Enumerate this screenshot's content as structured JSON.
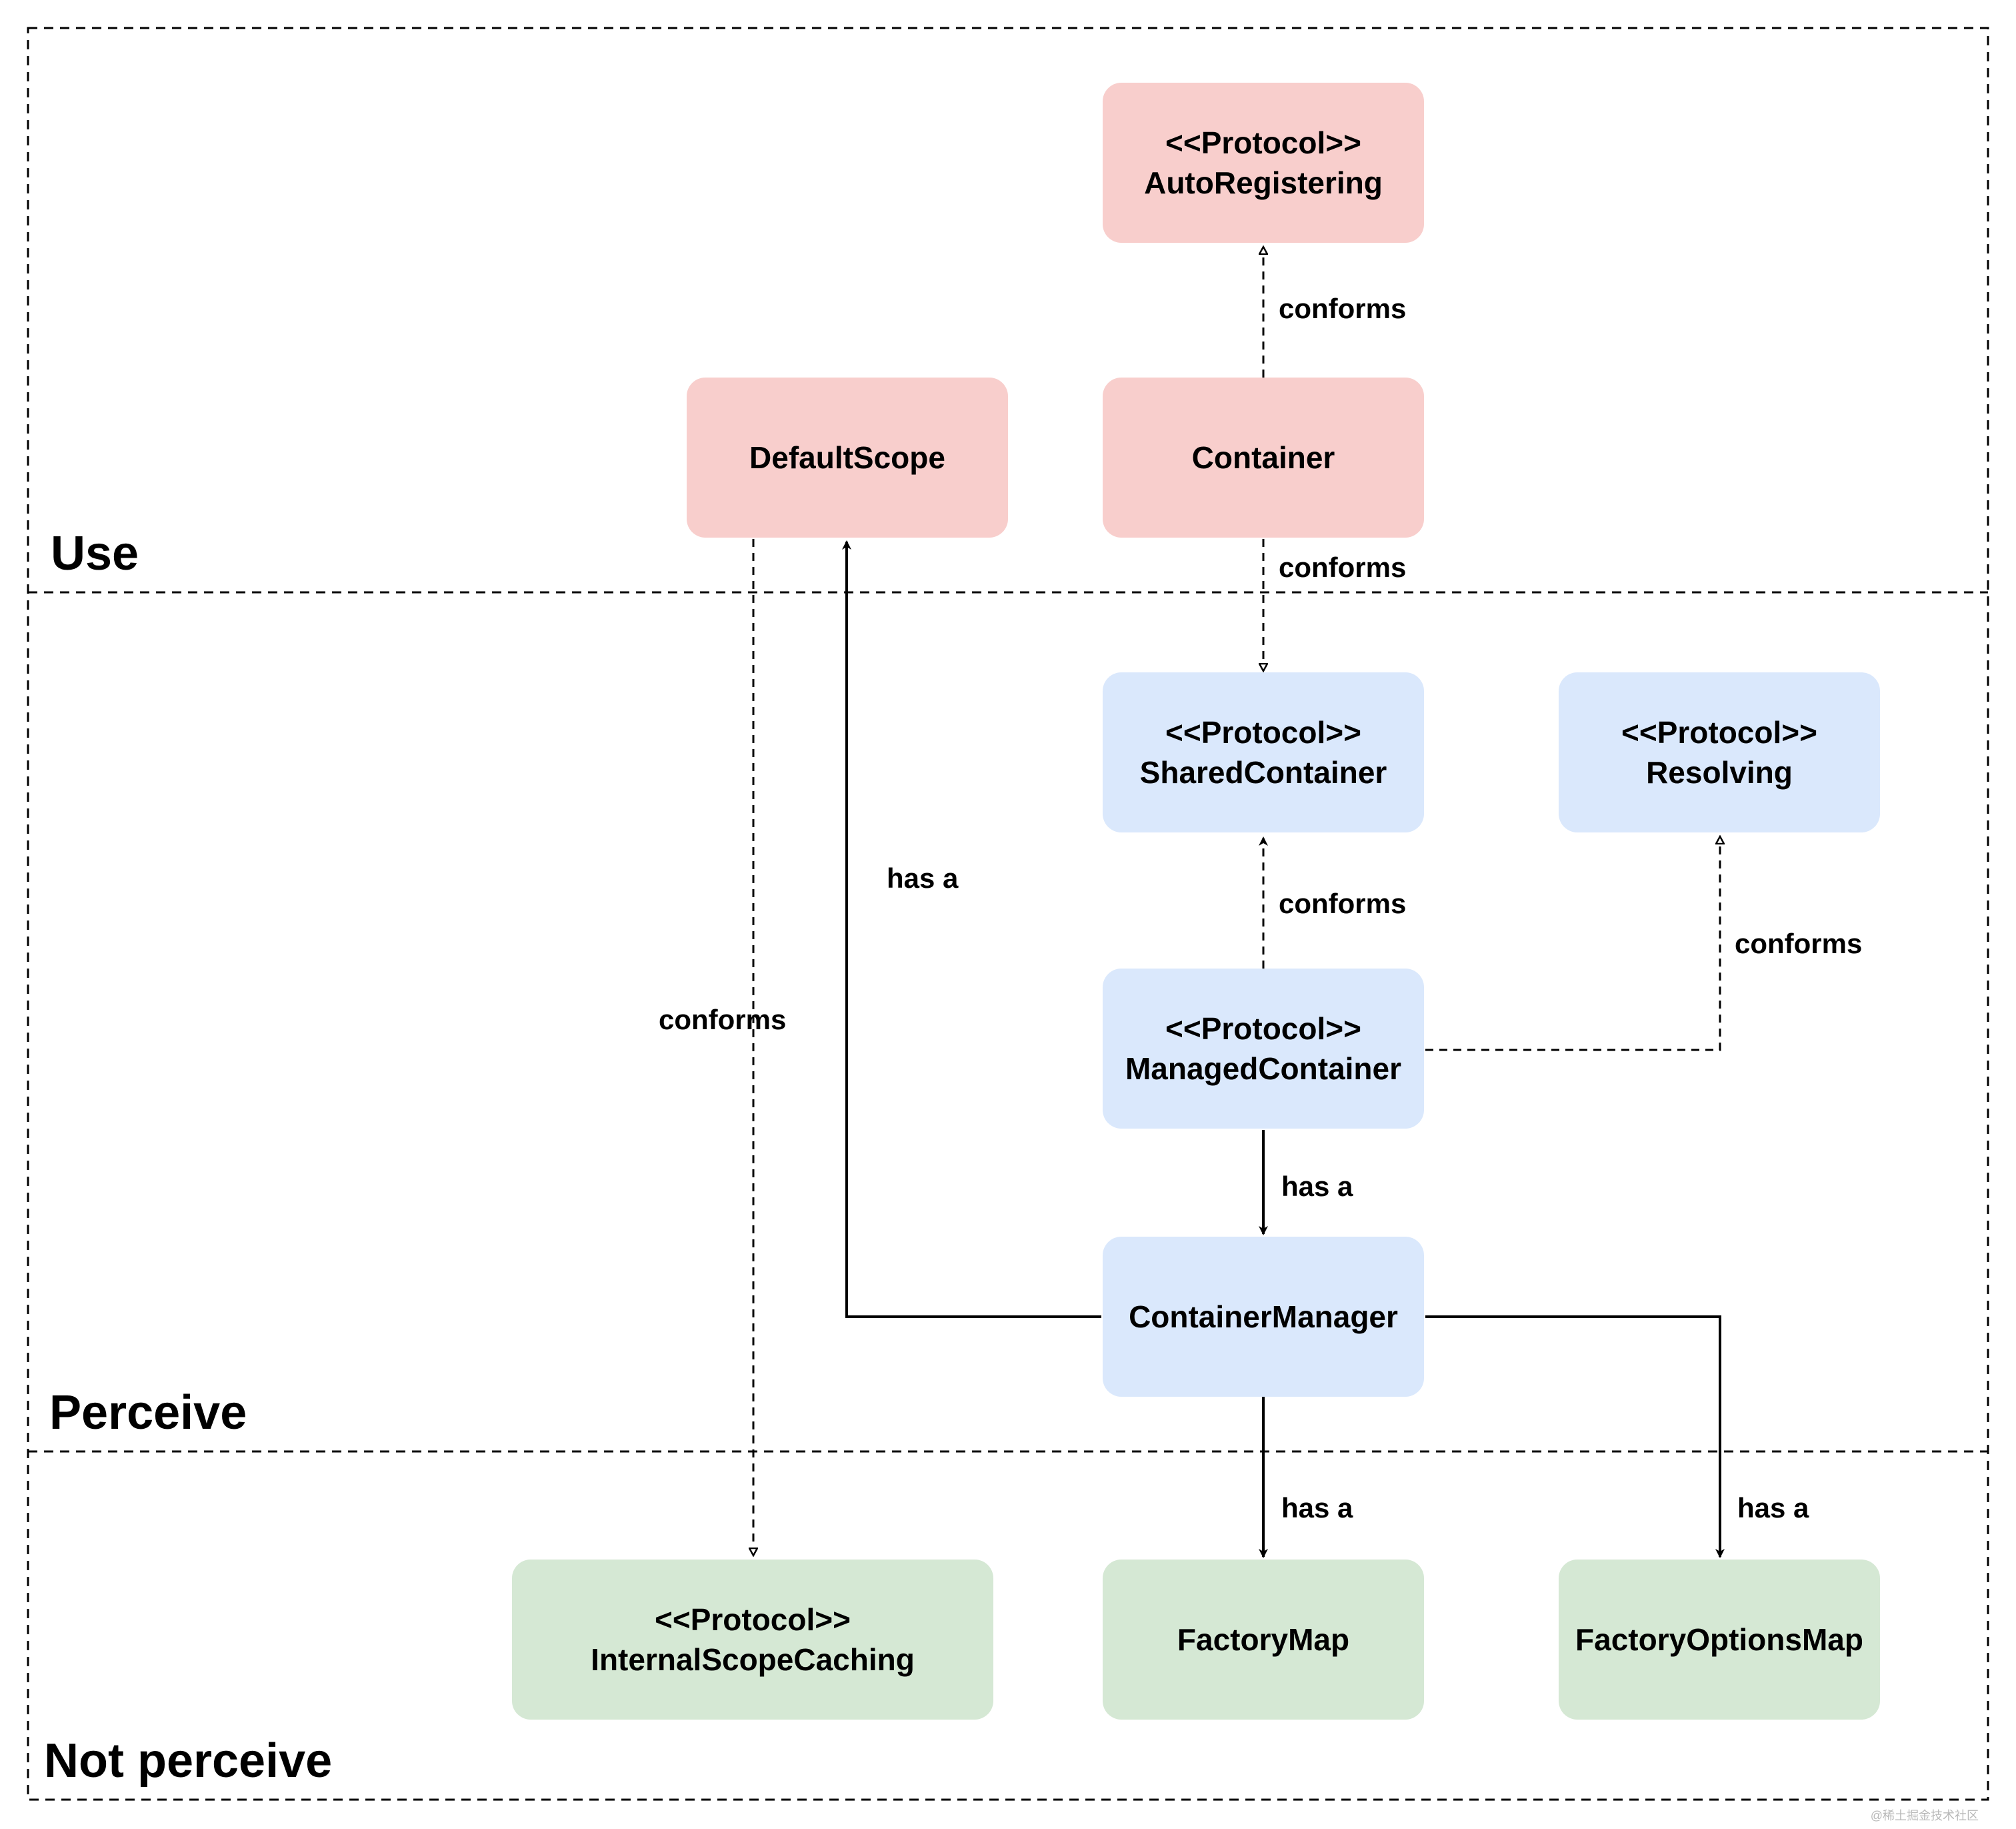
{
  "regions": {
    "use": "Use",
    "perceive": "Perceive",
    "not_perceive": "Not perceive"
  },
  "nodes": {
    "auto_registering": {
      "stereotype": "<<Protocol>>",
      "name": "AutoRegistering"
    },
    "default_scope": {
      "name": "DefaultScope"
    },
    "container": {
      "name": "Container"
    },
    "shared_container": {
      "stereotype": "<<Protocol>>",
      "name": "SharedContainer"
    },
    "resolving": {
      "stereotype": "<<Protocol>>",
      "name": "Resolving"
    },
    "managed_container": {
      "stereotype": "<<Protocol>>",
      "name": "ManagedContainer"
    },
    "container_manager": {
      "name": "ContainerManager"
    },
    "internal_scope_caching": {
      "stereotype": "<<Protocol>>",
      "name": "InternalScopeCaching"
    },
    "factory_map": {
      "name": "FactoryMap"
    },
    "factory_options_map": {
      "name": "FactoryOptionsMap"
    }
  },
  "edges": {
    "container_autoreg": "conforms",
    "container_shared": "conforms",
    "managed_shared": "conforms",
    "managed_resolving": "conforms",
    "defaultscope_internal": "conforms",
    "manager_defaultscope": "has a",
    "managed_manager": "has a",
    "manager_factorymap": "has a",
    "manager_optionsmap": "has a"
  },
  "colors": {
    "use_fill": "#f8cecc",
    "perceive_fill": "#dae8fc",
    "not_perceive_fill": "#d5e8d4",
    "line": "#000000"
  },
  "watermark": "@稀土掘金技术社区"
}
